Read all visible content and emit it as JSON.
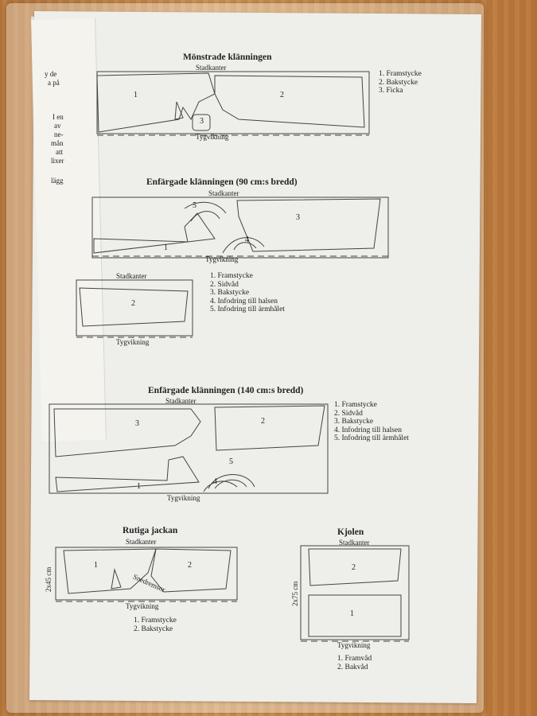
{
  "flap_text": [
    "y de",
    "a på",
    "I en",
    "av",
    "ne-",
    "mån",
    "att",
    "lixer",
    "lägg"
  ],
  "s1": {
    "title": "Mönstrade klänningen",
    "selvedge": "Stadkanter",
    "fold": "Tygvikning",
    "nums": [
      "1",
      "2",
      "3"
    ],
    "legend": [
      "1.  Framstycke",
      "2.  Bakstycke",
      "3.  Ficka"
    ]
  },
  "s2": {
    "title": "Enfärgade klänningen (90 cm:s bredd)",
    "selvedge": "Stadkanter",
    "fold": "Tygvikning",
    "nums": [
      "5",
      "3",
      "1",
      "4"
    ],
    "legend": [
      "1.  Framstycke",
      "2.  Sidvåd",
      "3.  Bakstycke",
      "4.  Infodring till halsen",
      "5.  Infodring till ärmhålet"
    ]
  },
  "s2b": {
    "selvedge": "Stadkanter",
    "fold": "Tygvikning",
    "num": "2"
  },
  "s3": {
    "title": "Enfärgade klänningen (140 cm:s bredd)",
    "selvedge": "Stadkanter",
    "fold": "Tygvikning",
    "nums": [
      "3",
      "2",
      "5",
      "1",
      "4"
    ],
    "legend": [
      "1.  Framstycke",
      "2.  Sidvåd",
      "3.  Bakstycke",
      "4.  Infodring till halsen",
      "5.  Infodring till ärmhålet"
    ]
  },
  "s4": {
    "title": "Rutiga jackan",
    "selvedge": "Stadkanter",
    "fold": "Tygvikning",
    "side": "2x45 cm",
    "diag": "Snedremsor",
    "nums": [
      "1",
      "2"
    ],
    "legend": [
      "1.  Framstycke",
      "2.  Bakstycke"
    ]
  },
  "s5": {
    "title": "Kjolen",
    "selvedge": "Stadkanter",
    "fold": "Tygvikning",
    "side": "2x75 cm",
    "nums": [
      "2",
      "1"
    ],
    "legend": [
      "1.  Framvåd",
      "2.  Bakvåd"
    ]
  }
}
